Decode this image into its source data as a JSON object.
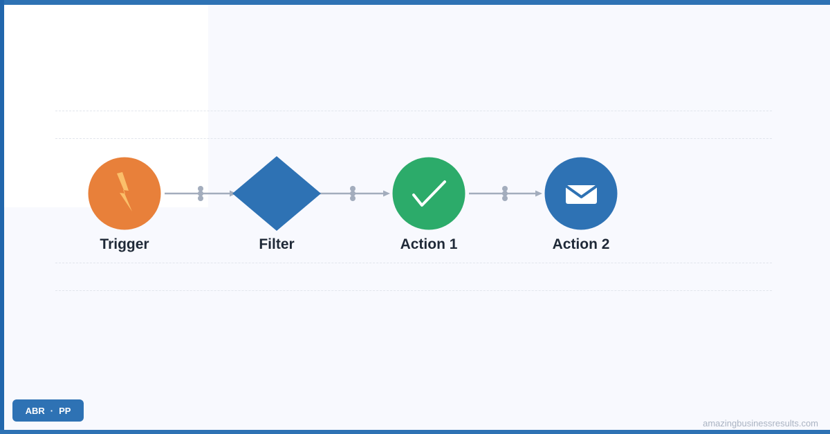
{
  "diagram": {
    "nodes": [
      {
        "id": "trigger",
        "label": "Trigger",
        "shape": "circle",
        "color": "#e8803a",
        "icon": "lightning-bolt-icon",
        "icon_color": "#fbbf6a"
      },
      {
        "id": "filter",
        "label": "Filter",
        "shape": "diamond",
        "color": "#2e72b4",
        "icon": "",
        "icon_color": ""
      },
      {
        "id": "action1",
        "label": "Action 1",
        "shape": "circle",
        "color": "#2cab6a",
        "icon": "checkmark-icon",
        "icon_color": "#ffffff"
      },
      {
        "id": "action2",
        "label": "Action 2",
        "shape": "circle",
        "color": "#2e72b4",
        "icon": "envelope-icon",
        "icon_color": "#ffffff"
      }
    ],
    "edges": [
      {
        "from": "trigger",
        "to": "filter"
      },
      {
        "from": "filter",
        "to": "action1"
      },
      {
        "from": "action1",
        "to": "action2"
      }
    ],
    "edge_color": "#a3adbd"
  },
  "badge": {
    "left": "ABR",
    "separator": "·",
    "right": "PP"
  },
  "footer": {
    "domain": "amazingbusinessresults.com"
  },
  "colors": {
    "frame": "#2e72b4",
    "background": "#f8f9fe"
  }
}
